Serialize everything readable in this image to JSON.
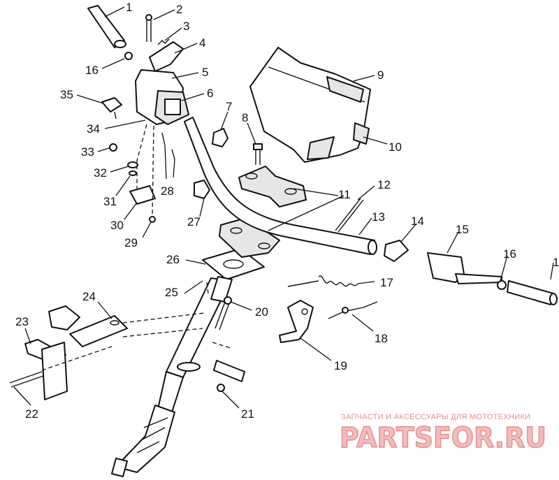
{
  "diagram": {
    "callouts": [
      "1",
      "2",
      "3",
      "4",
      "5",
      "6",
      "7",
      "8",
      "9",
      "10",
      "11",
      "12",
      "13",
      "14",
      "15",
      "16",
      "1",
      "16",
      "17",
      "18",
      "19",
      "20",
      "21",
      "22",
      "23",
      "24",
      "25",
      "26",
      "27",
      "28",
      "29",
      "30",
      "31",
      "32",
      "33",
      "34",
      "35"
    ]
  },
  "watermark": {
    "tagline": "ЗАПЧАСТИ И АКСЕССУАРЫ ДЛЯ МОТОТЕХНИКИ",
    "logo_text": "PARTSFOR.RU",
    "color": "#e58d8d"
  }
}
